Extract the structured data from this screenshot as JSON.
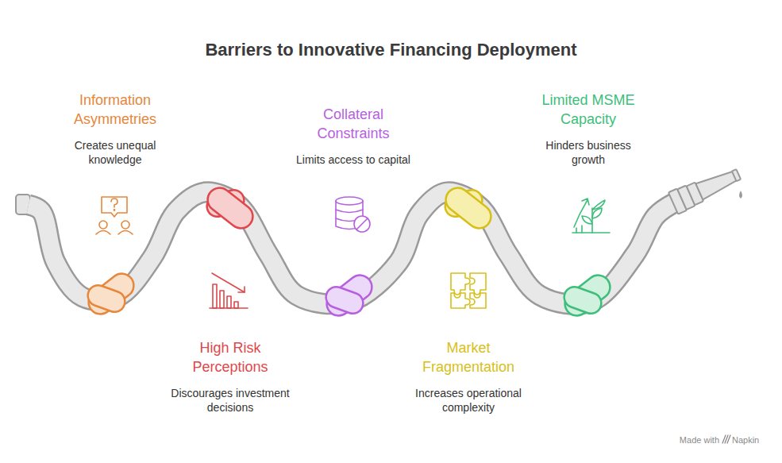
{
  "diagram": {
    "title": "Barriers to Innovative Financing Deployment",
    "nodes": [
      {
        "text": [
          "Information Asymmetries",
          "Creates unequal knowledge"
        ]
      },
      {
        "text": [
          "High Risk Perceptions",
          "Discourages investment decisions"
        ]
      },
      {
        "text": [
          "Collateral Constraints",
          "Limits access to capital"
        ]
      },
      {
        "text": [
          "Market Fragmentation",
          "Increases operational complexity"
        ]
      },
      {
        "text": [
          "Limited MSME Capacity",
          "Hinders business growth"
        ]
      }
    ],
    "labels": [
      "Made with",
      "Napkin"
    ]
  }
}
